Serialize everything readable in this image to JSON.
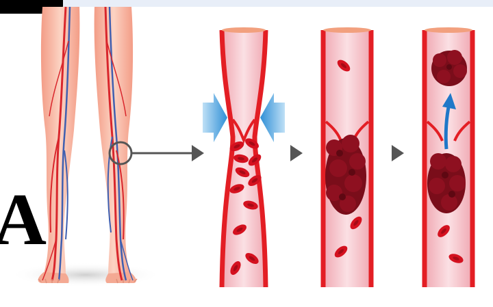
{
  "figure": {
    "corner_label": "A",
    "stages": [
      {
        "name": "vein-compression",
        "description_icon": "compression-arrows-icon"
      },
      {
        "name": "clot-formation",
        "description_icon": "blood-clot-icon"
      },
      {
        "name": "clot-embolism",
        "description_icon": "upward-arrow-icon"
      }
    ],
    "colors": {
      "vein_wall": "#e31e24",
      "vein_lumen": "#f5c6cc",
      "blood_cell": "#d4111f",
      "clot": "#7a0d1a",
      "compression_arrow": "#4da3df",
      "flow_arrow": "#1f78c8",
      "pointer": "#555555",
      "leg_skin": "#f6b9a2",
      "artery": "#d9262c",
      "vein": "#3f5fb0",
      "top_band": "#e8eef8"
    }
  }
}
